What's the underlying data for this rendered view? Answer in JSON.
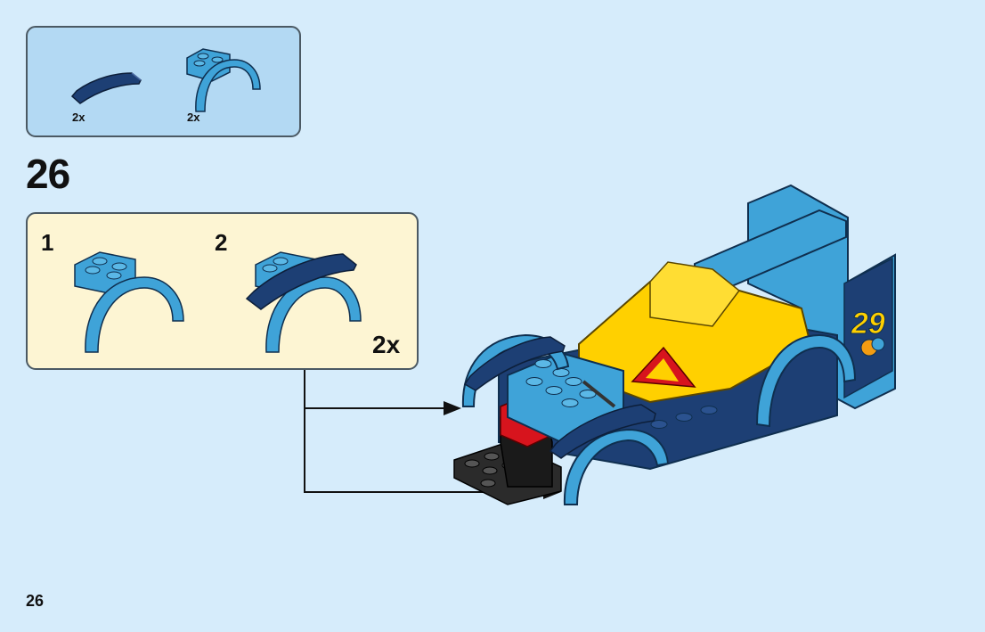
{
  "parts_callout": {
    "items": [
      {
        "icon": "curved-slope-dark-blue-icon",
        "quantity": "2x"
      },
      {
        "icon": "mudguard-arch-light-blue-icon",
        "quantity": "2x"
      }
    ]
  },
  "step": {
    "number": "26"
  },
  "subassembly": {
    "steps": [
      {
        "number": "1",
        "icon": "mudguard-arch-icon"
      },
      {
        "number": "2",
        "icon": "mudguard-with-curved-slope-icon"
      }
    ],
    "multiplier": "2x"
  },
  "model": {
    "icon": "race-car-model-icon",
    "decal_number": "29"
  },
  "colors": {
    "page_background": "#d6ecfb",
    "parts_box": "#b3d9f3",
    "subassembly_box": "#fdf5d3",
    "light_blue": "#3fa3d8",
    "dark_blue": "#1d3f74",
    "yellow": "#ffd000",
    "red": "#d7141d"
  },
  "page": {
    "number": "26"
  }
}
